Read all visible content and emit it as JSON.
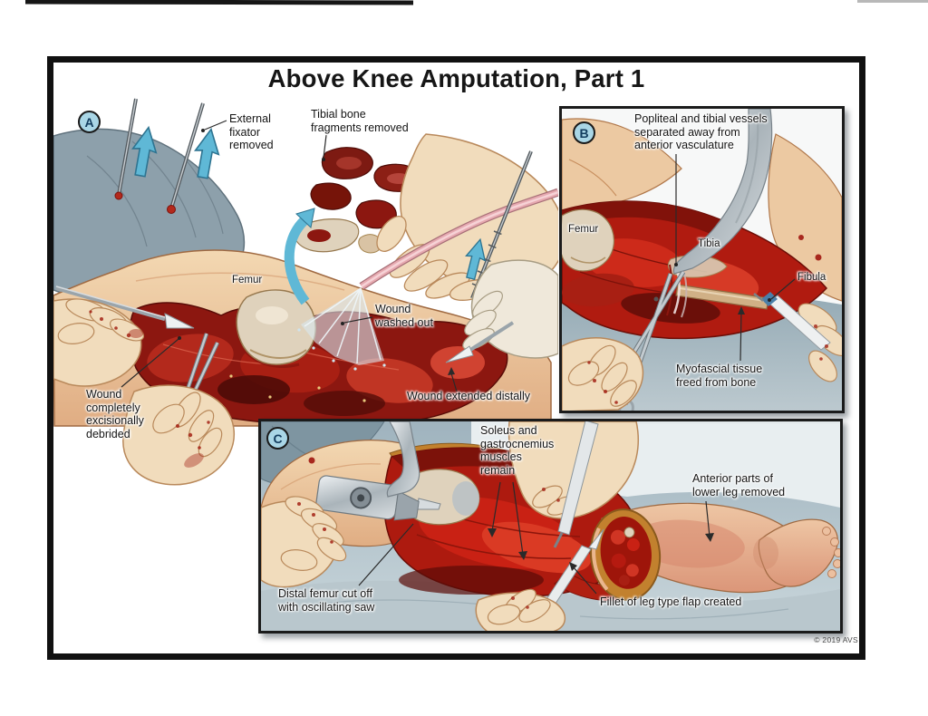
{
  "title": "Above Knee Amputation, Part 1",
  "copyright": "© 2019 AVS",
  "colors": {
    "arrow-blue": "#5fb8d6",
    "badge-bg": "#a9d6e6",
    "badge-text": "#123c5e",
    "muscle-red": "#b01b10",
    "bone": "#dfd2bc",
    "skin": "#ecc9a2",
    "drape": "#8da0ab",
    "panel-blue": "#93a9b4",
    "frame-black": "#111111"
  },
  "panels": {
    "a": {
      "letter": "A",
      "labels": {
        "external_fixator": "External\nfixator\nremoved",
        "tibial_fragments": "Tibial bone\nfragments removed",
        "femur": "Femur",
        "wound_washed": "Wound\nwashed out",
        "wound_extended": "Wound extended distally",
        "wound_debrided": "Wound\ncompletely\nexcisionally\ndebrided"
      }
    },
    "b": {
      "letter": "B",
      "labels": {
        "popliteal": "Popliteal and tibial vessels\nseparated away from\nanterior vasculature",
        "femur": "Femur",
        "tibia": "Tibia",
        "fibula": "Fibula",
        "myofascial": "Myofascial tissue\nfreed from bone"
      }
    },
    "c": {
      "letter": "C",
      "labels": {
        "soleus": "Soleus and\ngastrocnemius\nmuscles\nremain",
        "anterior": "Anterior parts of\nlower leg removed",
        "distal_femur": "Distal femur cut off\nwith oscillating saw",
        "fillet": "Fillet of leg type flap created"
      }
    }
  }
}
